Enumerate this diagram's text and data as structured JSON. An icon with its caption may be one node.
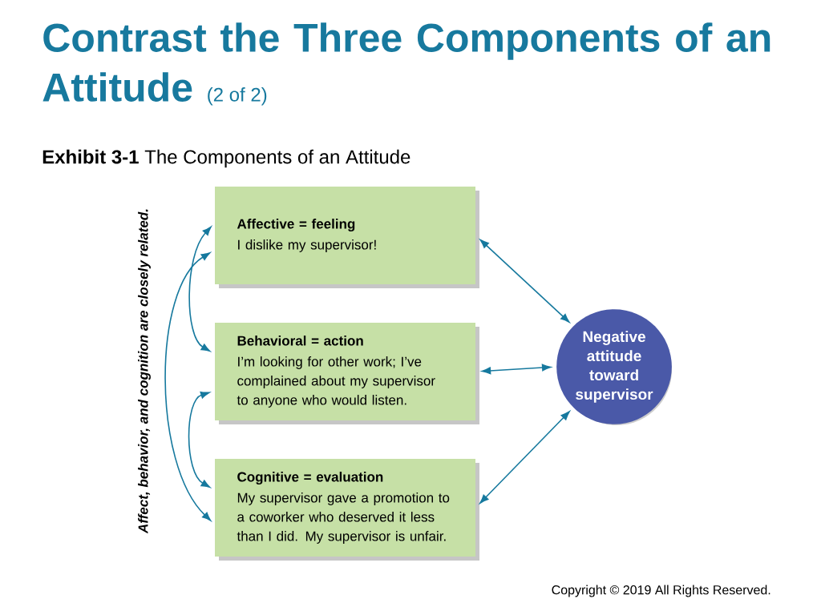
{
  "diagram": {
    "title": "Contrast the Three Components of an Attitude",
    "caption": "**Exhibit 3-1** The Components of an Attitude",
    "nodes": [
      {
        "text": [
          "Affective = feeling",
          "I dislike my supervisor!"
        ]
      },
      {
        "text": [
          "Behavioral = action",
          "I’m looking for other work; I’ve complained about my supervisor to anyone who would listen."
        ]
      },
      {
        "text": [
          "Cognitive = evaluation",
          "My supervisor gave a promotion to a coworker who deserved it less than I did. My supervisor is unfair."
        ]
      },
      {
        "text": [
          "Negative attitude toward supervisor"
        ]
      }
    ],
    "edges": [
      {
        "from": 0,
        "to": 1,
        "arrow": "both"
      },
      {
        "from": 0,
        "to": 2,
        "arrow": "both"
      },
      {
        "from": 1,
        "to": 2,
        "arrow": "both"
      },
      {
        "from": 0,
        "to": 3,
        "arrow": "both"
      },
      {
        "from": 1,
        "to": 3,
        "arrow": "both"
      },
      {
        "from": 2,
        "to": 3,
        "arrow": "both"
      }
    ],
    "labels": [
      "(2 of 2)",
      "Affect, behavior, and cognition are closely related.",
      "Copyright © 2019 All Rights Reserved."
    ]
  }
}
